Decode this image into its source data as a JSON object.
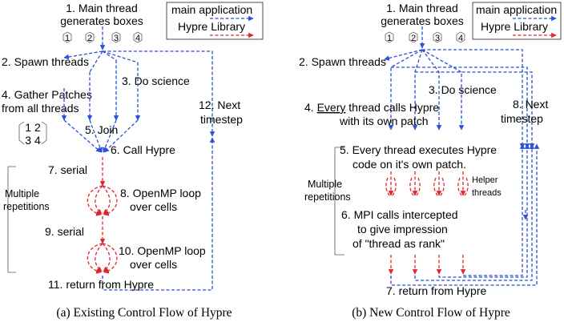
{
  "left": {
    "caption": "(a) Existing Control Flow of Hypre",
    "step1": [
      "1. Main thread",
      "generates boxes"
    ],
    "box_numbers": [
      "1",
      "2",
      "3",
      "4"
    ],
    "step2": "2. Spawn threads",
    "step3": "3. Do science",
    "step4": [
      "4. Gather Patches",
      "from all threads"
    ],
    "patch_grid": [
      "1 2",
      "3 4"
    ],
    "step5": "5. Join",
    "step6": "6. Call Hypre",
    "step7": "7. serial",
    "multiple": [
      "Multiple",
      "repetitions"
    ],
    "step8": [
      "8. OpenMP loop",
      "over cells"
    ],
    "step9": "9. serial",
    "step10": [
      "10. OpenMP loop",
      "over cells"
    ],
    "step11": "11. return from Hypre",
    "step12": [
      "12. Next",
      "timestep"
    ]
  },
  "right": {
    "caption": "(b) New Control Flow of Hypre",
    "step1": [
      "1. Main thread",
      "generates boxes"
    ],
    "box_numbers": [
      "1",
      "2",
      "3",
      "4"
    ],
    "step2": "2. Spawn threads",
    "step3": "3. Do science",
    "step4_every": "Every",
    "step4": [
      "4. ",
      " thread calls Hypre",
      "with its own patch"
    ],
    "step5": [
      "5. Every thread executes Hypre",
      "code on it's own patch."
    ],
    "helper": [
      "Helper",
      "threads"
    ],
    "multiple": [
      "Multiple",
      "repetitions"
    ],
    "step6": [
      "6. MPI calls intercepted",
      "to give impression",
      "of \"thread as rank\""
    ],
    "step7": "7. return from Hypre",
    "step8": [
      "8. Next",
      "timestep"
    ]
  },
  "legend": {
    "main": "main application",
    "hypre": "Hypre Library"
  },
  "colors": {
    "main_application": "#2a4fd8",
    "hypre_library": "#e0252b"
  }
}
